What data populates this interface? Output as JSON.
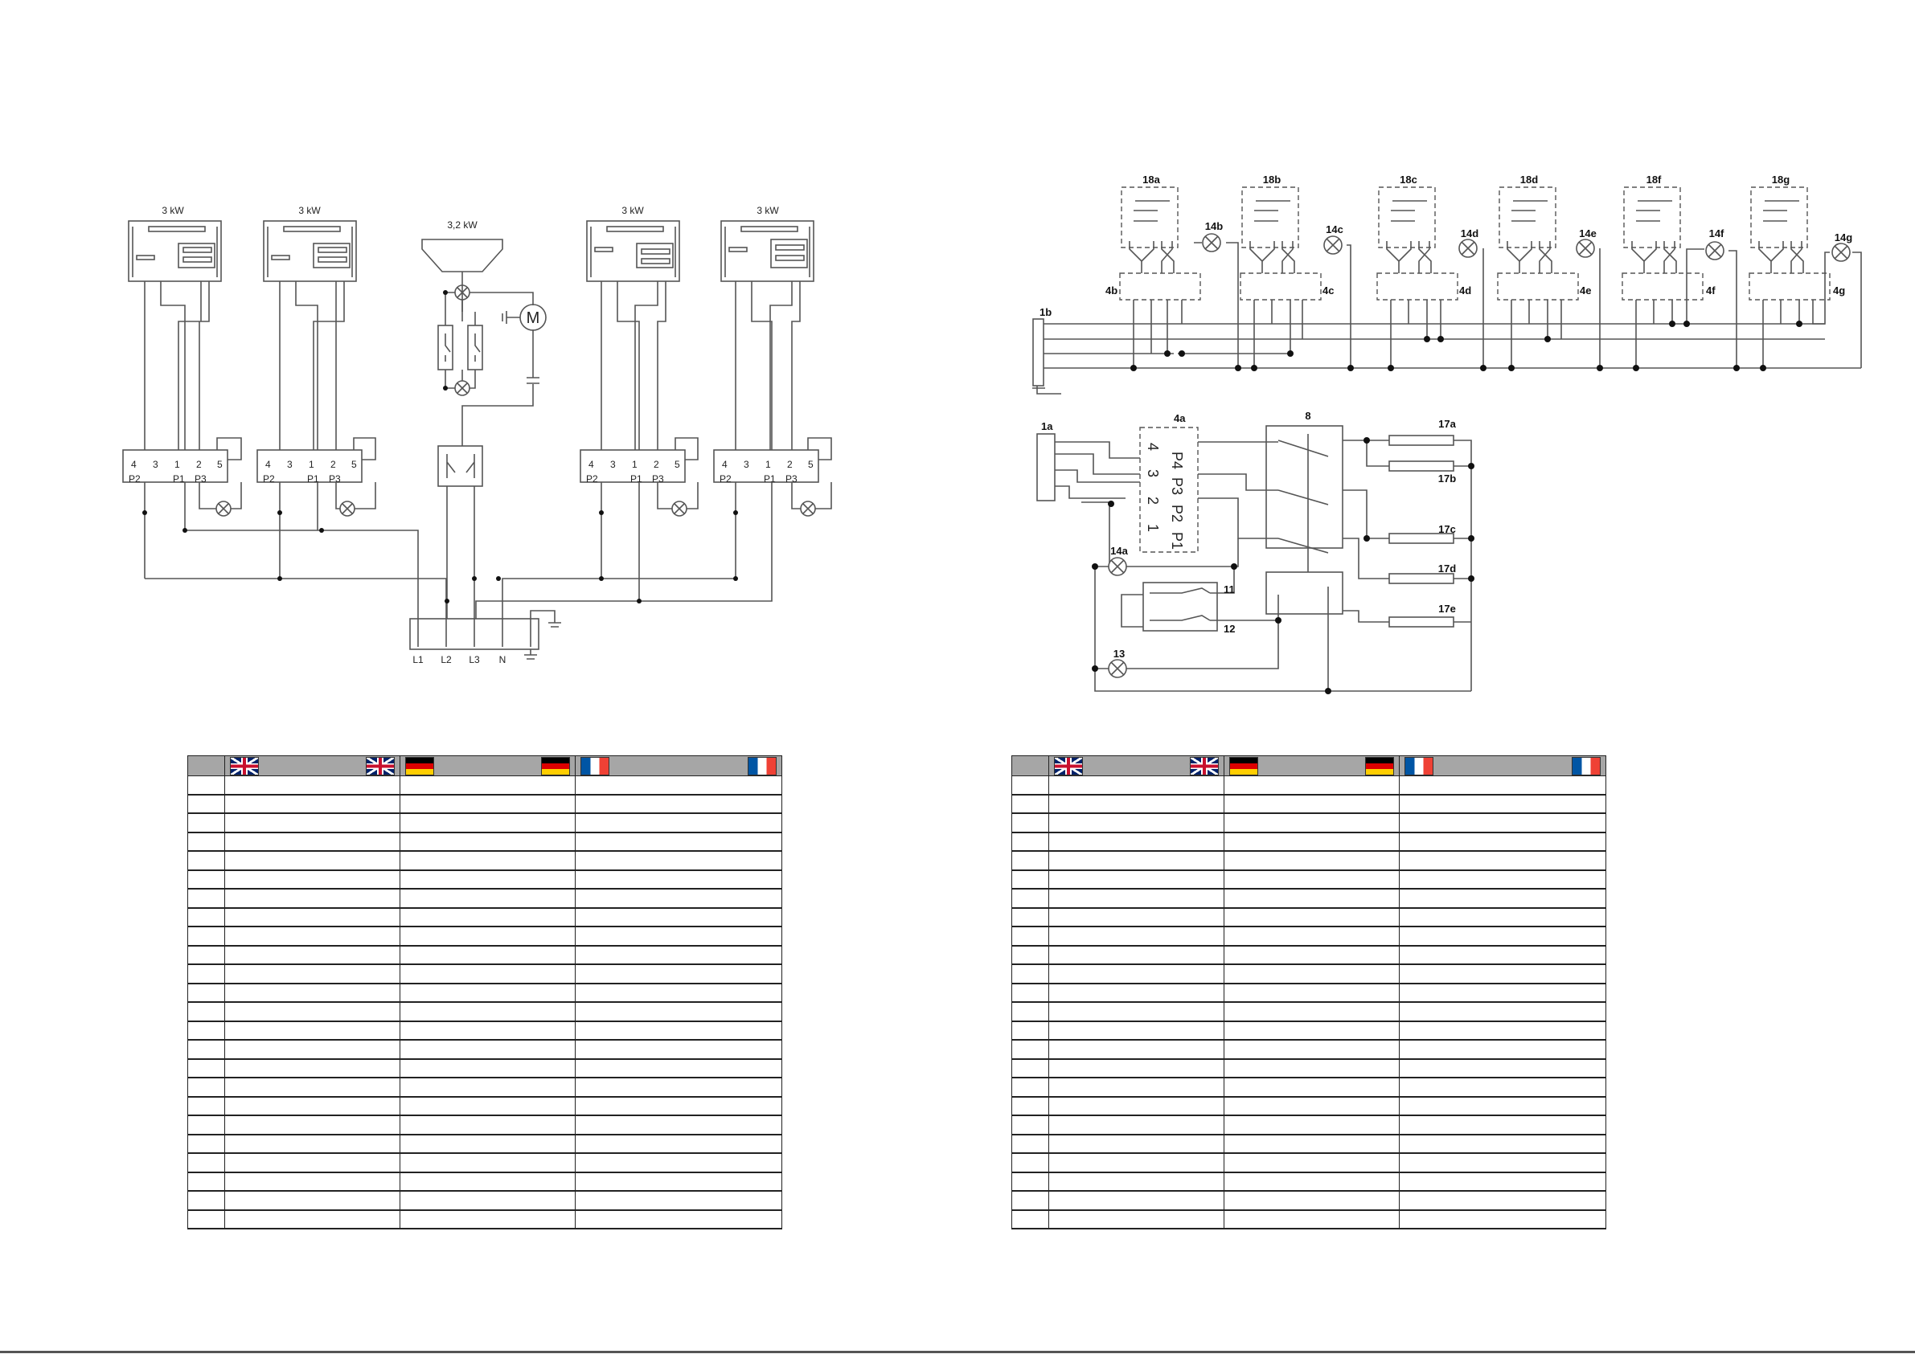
{
  "left_diagram": {
    "power_labels": [
      "3 kW",
      "3 kW",
      "3,2 kW",
      "3 kW",
      "3 kW"
    ],
    "switch_terminals": [
      "4",
      "3",
      "1",
      "2",
      "5"
    ],
    "switch_positions": [
      "P2",
      "P1",
      "P3"
    ],
    "motor_label": "M",
    "supply_terminals": [
      "L1",
      "L2",
      "L3",
      "N"
    ]
  },
  "right_top_diagram": {
    "thermostat_labels": [
      "18a",
      "18b",
      "18c",
      "18d",
      "18f",
      "18g"
    ],
    "lamp_labels": [
      "14b",
      "14c",
      "14d",
      "14e",
      "14f",
      "14g"
    ],
    "switch_labels": [
      "4b",
      "4c",
      "4d",
      "4e",
      "4f",
      "4g"
    ],
    "terminal_label": "1b"
  },
  "right_bottom_diagram": {
    "terminal_label": "1a",
    "selector_label": "4a",
    "selector_positions": [
      "P4",
      "P3",
      "P2",
      "P1"
    ],
    "selector_numbers": [
      "4",
      "3",
      "2",
      "1"
    ],
    "relay_label": "8",
    "heater_labels": [
      "17a",
      "17b",
      "17c",
      "17d",
      "17e"
    ],
    "lamp_labels": [
      "14a",
      "13"
    ],
    "thermostat_labels": [
      "11",
      "12"
    ]
  },
  "tables": [
    {
      "header_flags": [
        "gb",
        "gb",
        "de",
        "de",
        "fr",
        "fr"
      ],
      "row_count": 24
    },
    {
      "header_flags": [
        "gb",
        "gb",
        "de",
        "de",
        "fr",
        "fr"
      ],
      "row_count": 24
    }
  ]
}
